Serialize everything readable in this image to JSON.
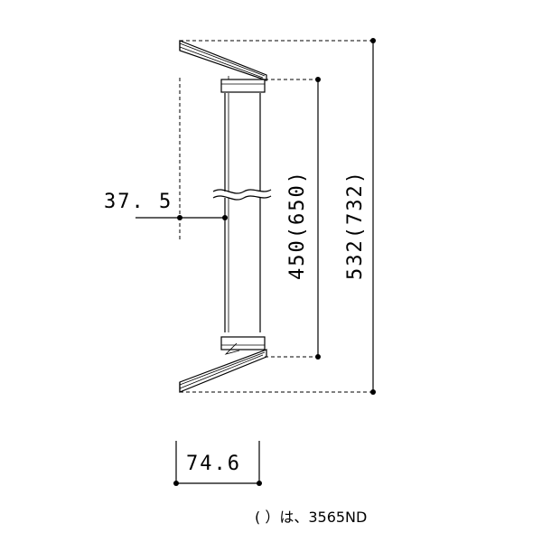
{
  "dimensions": {
    "offset": "37. 5",
    "width": "74.6",
    "pitch": "450(650)",
    "overall": "532(732)"
  },
  "note": "( ）は、3565ND"
}
